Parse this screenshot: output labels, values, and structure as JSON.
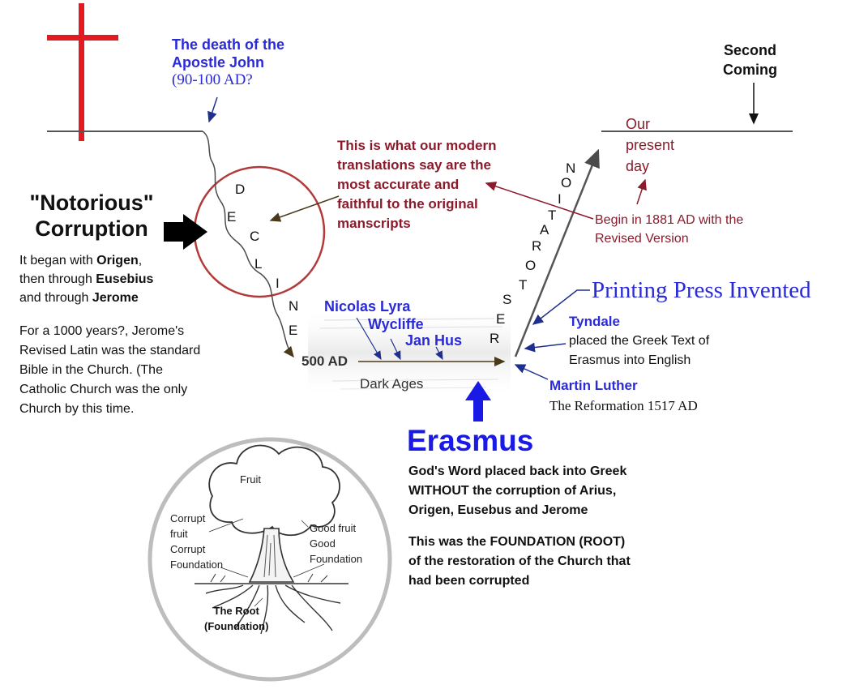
{
  "colors": {
    "cross": "#e21b23",
    "blue": "#2a2ad8",
    "darkred": "#8b1a2b",
    "circle": "#b23a3a",
    "arrow_blue": "#1f2f8f"
  },
  "icons": [
    "cross-icon",
    "black-arrow-icon",
    "blue-up-arrow-icon",
    "tree-illustration"
  ],
  "labels": {
    "death_john_line1": "The death of the",
    "death_john_line2": "Apostle John",
    "death_john_line3": "(90-100 AD?",
    "second_coming_1": "Second",
    "second_coming_2": "Coming",
    "our_present_1": "Our",
    "our_present_2": "present",
    "our_present_3": "day",
    "modern_1": "This is what our modern",
    "modern_2": "translations say are the",
    "modern_3": "most accurate and",
    "modern_4": "faithful to the original",
    "modern_5": "manscripts",
    "begin_1881_1": "Begin in 1881 AD with the",
    "begin_1881_2": "Revised Version",
    "notorious_1": "\"Notorious\"",
    "notorious_2": "Corruption",
    "origen_1a": "It began with ",
    "origen_1b": "Origen",
    "origen_1c": ",",
    "origen_2a": "then through ",
    "origen_2b": "Eusebius",
    "origen_3a": "and through ",
    "origen_3b": "Jerome",
    "jerome_1": "For a 1000 years?, Jerome's",
    "jerome_2": "Revised Latin was the standard",
    "jerome_3": "Bible in the Church. (The",
    "jerome_4": "Catholic Church was the only",
    "jerome_5": "Church by this time.",
    "printing_press": "Printing Press Invented",
    "tyndale": "Tyndale",
    "tyndale_1": "placed the Greek Text of",
    "tyndale_2": "Erasmus into English",
    "luther": "Martin Luther",
    "reformation": "The Reformation 1517 AD",
    "nicolas": "Nicolas Lyra",
    "wycliffe": "Wycliffe",
    "janhus": "Jan Hus",
    "ad500": "500 AD",
    "dark_ages": "Dark Ages",
    "erasmus": "Erasmus",
    "erasmus_1": "God's Word placed back into Greek",
    "erasmus_2": "WITHOUT the corruption of Arius,",
    "erasmus_3": "Origen, Eusebus and Jerome",
    "foundation_1": "This was the FOUNDATION (ROOT)",
    "foundation_2": "of the restoration of the Church that",
    "foundation_3": "had been corrupted",
    "tree_fruit": "Fruit",
    "tree_corrupt_1": "Corrupt",
    "tree_corrupt_2": "fruit",
    "tree_corrupt_3": "Corrupt",
    "tree_corrupt_4": "Foundation",
    "tree_good_1": "Good fruit",
    "tree_good_2": "Good",
    "tree_good_3": "Foundation",
    "tree_root_1": "The Root",
    "tree_root_2": "(Foundation)"
  },
  "decline_letters": [
    "D",
    "E",
    "C",
    "L",
    "I",
    "N",
    "E"
  ],
  "restoration_letters": [
    "R",
    "E",
    "S",
    "T",
    "O",
    "R",
    "A",
    "T",
    "I",
    "O",
    "N"
  ]
}
